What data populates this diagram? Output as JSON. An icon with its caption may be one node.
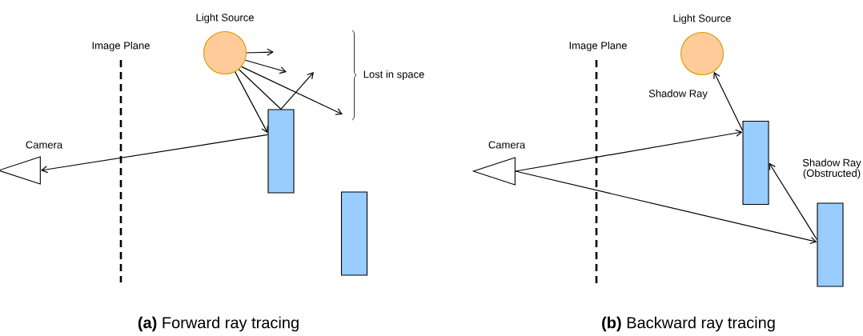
{
  "diagram": {
    "nodes": [
      {
        "text": [
          "Light Source"
        ]
      },
      {
        "text": [
          "Camera"
        ]
      },
      {
        "text": [],
        "shape": "box"
      },
      {
        "text": [],
        "shape": "box"
      },
      {
        "text": [
          "Light Source"
        ]
      },
      {
        "text": [
          "Camera"
        ]
      },
      {
        "text": [],
        "shape": "box"
      },
      {
        "text": [],
        "shape": "box"
      }
    ],
    "edges": [
      {
        "from": 0,
        "to": null,
        "arrow": "to"
      },
      {
        "from": 0,
        "to": null,
        "arrow": "to"
      },
      {
        "from": 0,
        "to": null,
        "arrow": "to"
      },
      {
        "from": 0,
        "to": 2,
        "arrow": "to"
      },
      {
        "from": 0,
        "to": 2,
        "arrow": "none"
      },
      {
        "from": 2,
        "to": null,
        "arrow": "to"
      },
      {
        "from": 2,
        "to": 1,
        "arrow": "to"
      },
      {
        "from": 5,
        "to": 6,
        "arrow": "to"
      },
      {
        "from": 5,
        "to": 7,
        "arrow": "to"
      },
      {
        "from": 6,
        "to": 4,
        "arrow": "to",
        "label": "Shadow Ray"
      },
      {
        "from": 7,
        "to": 6,
        "arrow": "to",
        "label": "Shadow Ray (Obstructed)"
      }
    ],
    "labels": [
      "Image Plane",
      "Lost in space",
      "**(a)** Forward ray tracing",
      "Image Plane",
      "**(b)** Backward ray tracing"
    ]
  }
}
